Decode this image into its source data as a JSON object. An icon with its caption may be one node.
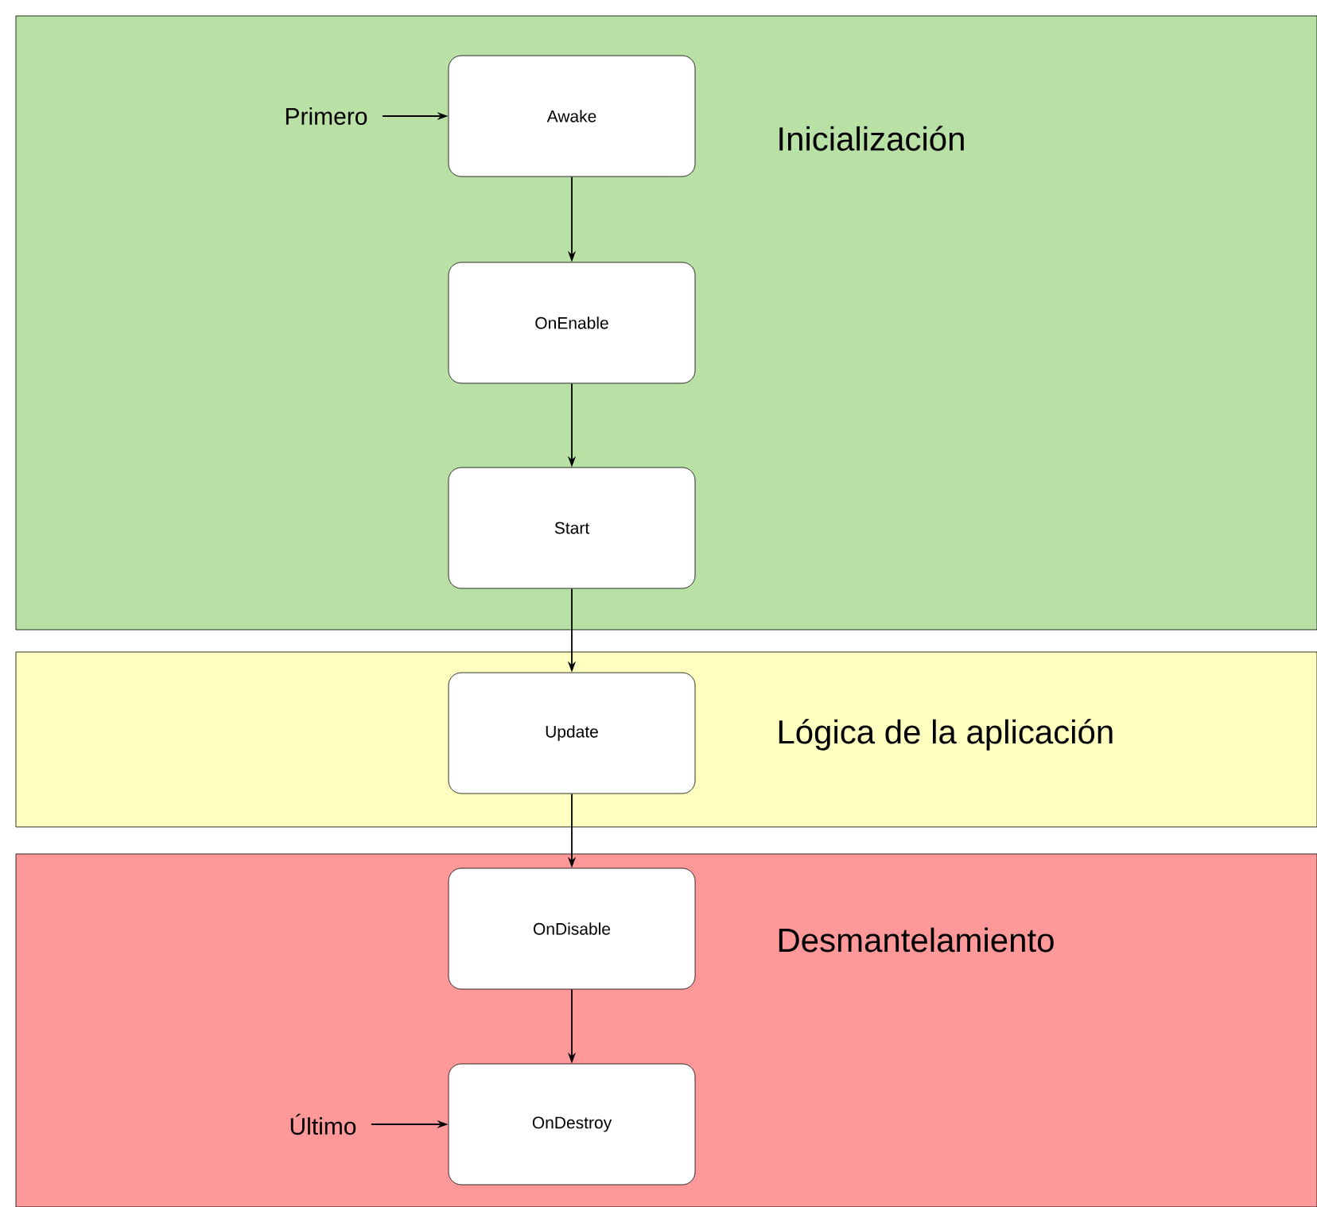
{
  "diagram": {
    "nodes": [
      {
        "text": [
          "Inicialización"
        ]
      },
      {
        "text": [
          "Awake"
        ],
        "in": 0
      },
      {
        "text": [
          "OnEnable"
        ],
        "in": 0
      },
      {
        "text": [
          "Start"
        ],
        "in": 0
      },
      {
        "text": [
          "Lógica de la aplicación"
        ]
      },
      {
        "text": [
          "Update"
        ],
        "in": 4
      },
      {
        "text": [
          "Desmantelamiento"
        ]
      },
      {
        "text": [
          "OnDisable"
        ],
        "in": 6
      },
      {
        "text": [
          "OnDestroy"
        ],
        "in": 6
      },
      {
        "text": [
          "Primero"
        ],
        "in": 0
      },
      {
        "text": [
          "Último"
        ],
        "in": 6
      }
    ],
    "edges": [
      {
        "from": 9,
        "to": 1,
        "arrow": "to"
      },
      {
        "from": 1,
        "to": 2,
        "arrow": "to"
      },
      {
        "from": 2,
        "to": 3,
        "arrow": "to"
      },
      {
        "from": 3,
        "to": 5,
        "arrow": "to"
      },
      {
        "from": 5,
        "to": 7,
        "arrow": "to"
      },
      {
        "from": 7,
        "to": 8,
        "arrow": "to"
      },
      {
        "from": 10,
        "to": 8,
        "arrow": "to"
      }
    ]
  }
}
